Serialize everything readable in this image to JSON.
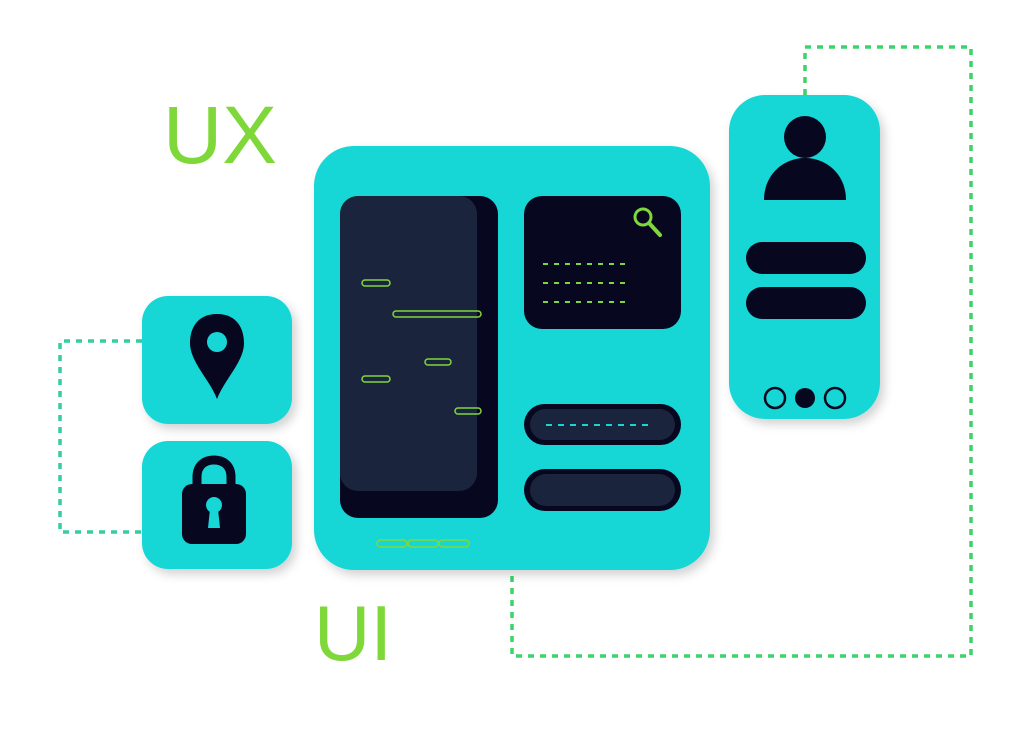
{
  "labels": {
    "ux": "UX",
    "ui": "UI"
  },
  "icons": {
    "location": "location-pin-icon",
    "lock": "padlock-icon",
    "search": "magnifier-icon",
    "user": "user-avatar-icon"
  },
  "colors": {
    "teal": "#16D6D6",
    "navy": "#07081F",
    "slate": "#1B243D",
    "lime": "#7FD83A",
    "dash_green": "#4BD65A",
    "dash_teal": "#2BC9C2"
  },
  "pager": {
    "count": 3,
    "active_index": 1
  }
}
